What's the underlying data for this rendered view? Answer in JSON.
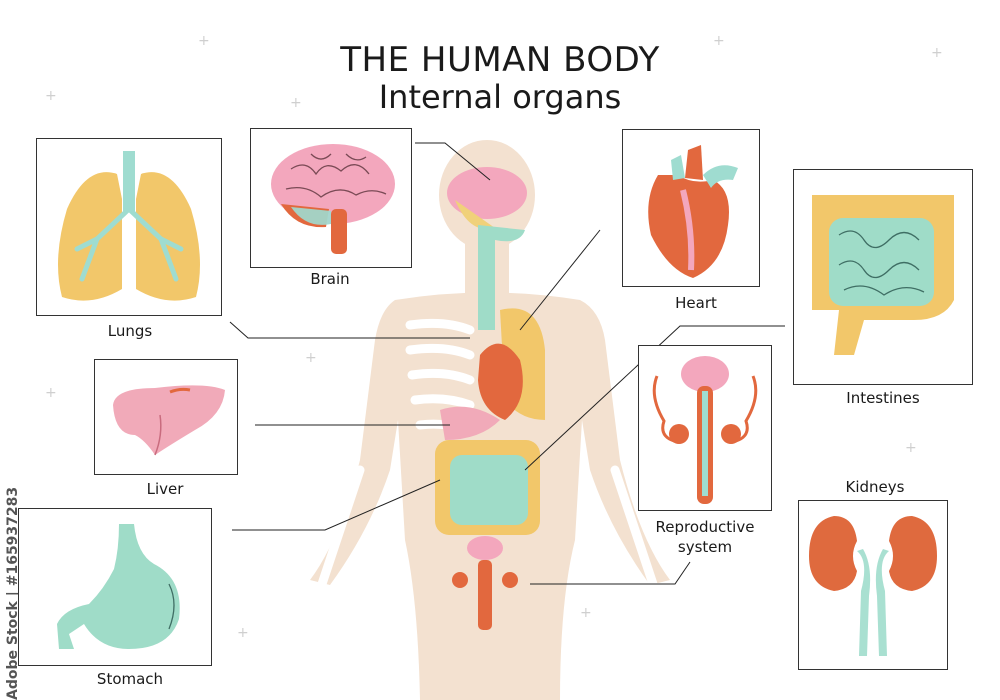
{
  "title": "THE HUMAN BODY",
  "subtitle": "Internal organs",
  "watermark_id": "Adobe Stock | #165937283",
  "organs": {
    "lungs": "Lungs",
    "brain": "Brain",
    "heart": "Heart",
    "intestines": "Intestines",
    "liver": "Liver",
    "reproductive_1": "Reproductive",
    "reproductive_2": "system",
    "kidneys": "Kidneys",
    "stomach": "Stomach"
  },
  "colors": {
    "body": "#f3e1d0",
    "skeleton": "#fbf6f1",
    "lung": "#f2c76a",
    "airway": "#9fdcd0",
    "brain": "#f3a7bd",
    "heart": "#e2683e",
    "liver": "#f1aab9",
    "stomach": "#9fdcc8",
    "intestine_small": "#9fdcc8",
    "intestine_large": "#f2c76a",
    "kidney": "#df6a3e",
    "ureter": "#a9e0d1"
  }
}
